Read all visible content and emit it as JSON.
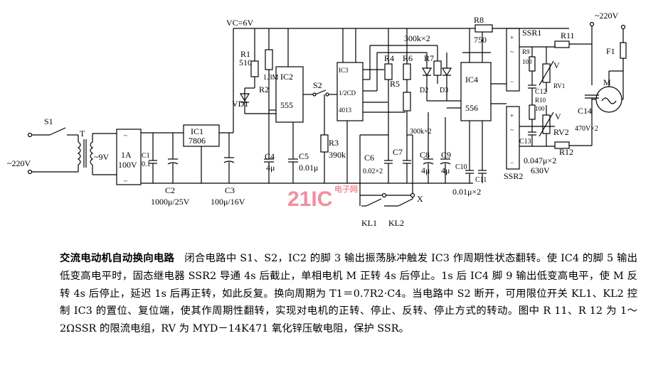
{
  "diagram": {
    "supply_label": "~220V",
    "switch_s1": "S1",
    "transformer": "T",
    "secondary": "~9V",
    "bridge_rating": [
      "1A",
      "100V"
    ],
    "c1": [
      "C1",
      "0.1"
    ],
    "c2": [
      "C2",
      "1000μ/25V"
    ],
    "ic1": [
      "IC1",
      "7806"
    ],
    "c3": [
      "C3",
      "100μ/16V"
    ],
    "vc": "VC=6V",
    "r1": [
      "R1",
      "510"
    ],
    "r2": [
      "R2",
      "1.3M"
    ],
    "vd1": "VD1",
    "ic2": [
      "IC2",
      "555"
    ],
    "c4": [
      "C4",
      "4μ"
    ],
    "c5": [
      "C5",
      "0.01μ"
    ],
    "s2": "S2",
    "r3": [
      "R3",
      "390k"
    ],
    "ic3": "IC3",
    "ic3_pins": [
      "1/2CD",
      "4013"
    ],
    "r4": "R4",
    "r5": "R5",
    "r6": "R6",
    "r7": "R7",
    "d2": "D2",
    "d3": "D3",
    "r_pair_top": "300k×2",
    "r_pair_mid": "300k×2",
    "c6": [
      "C6",
      "0.02×2"
    ],
    "c7": "C7",
    "c8": [
      "C8",
      "4μ"
    ],
    "c9": [
      "C9",
      "4μ"
    ],
    "c10": "C10",
    "c11": "C11",
    "c10_11": "0.01μ×2",
    "r8": [
      "R8",
      "750"
    ],
    "ic4": [
      "IC4",
      "556"
    ],
    "ssr1": "SSR1",
    "ssr2": "SSR2",
    "r9": [
      "R9",
      "100"
    ],
    "r10": [
      "R10",
      "100"
    ],
    "r11": "R11",
    "r12": "R12",
    "c12": "C12",
    "c13": "C13",
    "rv1": "RV1",
    "rv2": "RV2",
    "v1": "V",
    "v2": "V",
    "c12_13": [
      "0.047μ×2",
      "630V"
    ],
    "c14": [
      "C14",
      "470V×2"
    ],
    "motor": "M",
    "f1": "F1",
    "supply_right": "~220V",
    "kl": [
      "KL1",
      "KL2"
    ],
    "x": "X",
    "watermark": "21IC",
    "watermark_small": "电子网"
  },
  "caption": {
    "title": "交流电动机自动换向电路",
    "body": "闭合电路中 S1、S2，IC2 的脚 3 输出振荡脉冲触发 IC3 作周期性状态翻转。使 IC4 的脚 5 输出低变高电平时，固态继电器 SSR2 导通 4s 后截止，单相电机 M 正转 4s 后停止。1s 后 IC4 脚 9 输出低变高电平，使 M 反转 4s 后停止，延迟 1s 后再正转，如此反复。换向周期为 T1＝0.7R2·C4。当电路中 S2 断开，可用限位开关 KL1、KL2 控制 IC3 的置位、复位端，使其作周期性翻转，实现对电机的正转、停止、反转、停止方式的转动。图中 R 11、R 12 为 1～2ΩSSR 的限流电组，RV 为 MYD－14K471 氧化锌压敏电阻，保护 SSR。"
  }
}
